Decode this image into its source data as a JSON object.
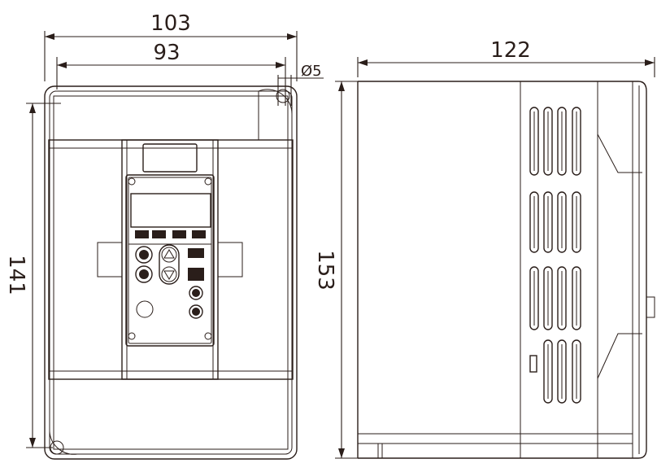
{
  "dimensions": {
    "front_width_outer": "103",
    "front_width_mount": "93",
    "mount_hole": "Ø5",
    "side_depth": "122",
    "front_height_mount": "141",
    "side_height": "153"
  },
  "colors": {
    "line": "#2a1e1a",
    "background": "#ffffff"
  }
}
